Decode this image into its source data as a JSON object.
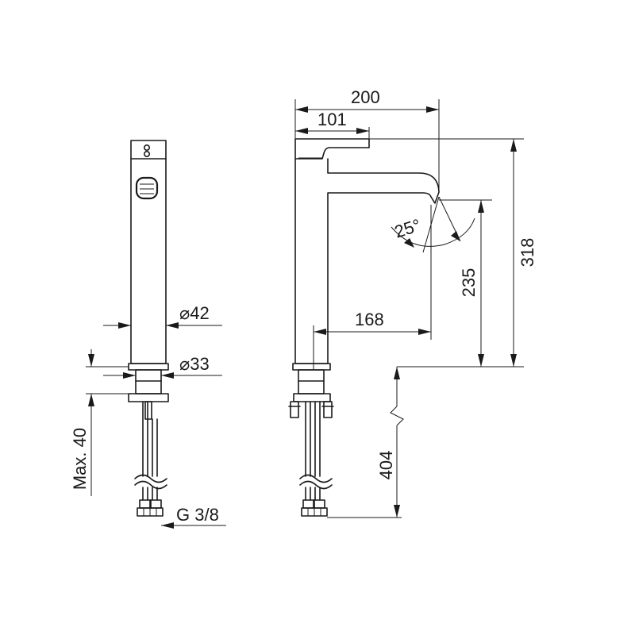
{
  "dimensions": {
    "overall_reach": "200",
    "lever_reach": "101",
    "overall_height": "318",
    "spout_height": "235",
    "spout_reach": "168",
    "spout_angle": "25°",
    "body_diameter": "⌀42",
    "base_diameter": "⌀33",
    "max_thickness": "Max. 40",
    "connection_thread": "G 3/8",
    "hose_length": "404"
  }
}
